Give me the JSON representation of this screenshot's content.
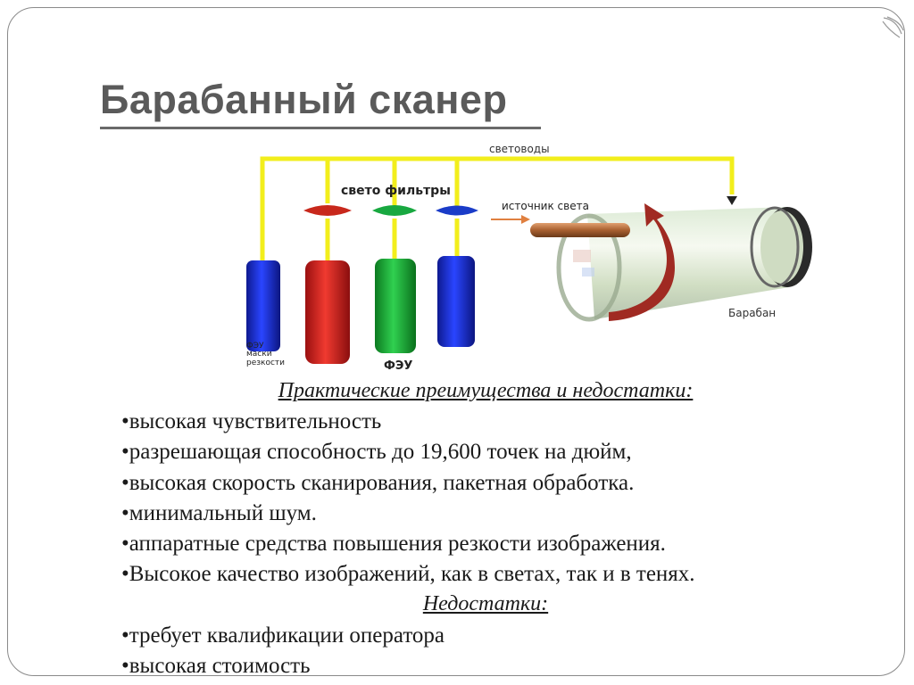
{
  "title": "Барабанный сканер",
  "diagram": {
    "light_guides": "световоды",
    "light_filters": "свето фильтры",
    "light_source": "источник света",
    "drum": "Барабан",
    "pmt": "ФЭУ",
    "pmt_mask_line1": "ФЭУ",
    "pmt_mask_line2": "маски",
    "pmt_mask_line3": "резкости",
    "colors": {
      "guide": "#f2ee1c",
      "blue": "#1d2fd0",
      "red": "#e0241f",
      "green": "#1fb83a",
      "filter_red": "#c8281c",
      "filter_green": "#18a840",
      "filter_blue": "#1a3cc8",
      "arrow": "#a02a22"
    }
  },
  "advantages": {
    "heading": "Практические преимущества и недостатки:",
    "items": [
      "•высокая чувствительность",
      "•разрешающая способность до 19,600 точек на дюйм,",
      "•высокая скорость сканирования, пакетная обработка.",
      "•минимальный шум.",
      "•аппаратные средства повышения резкости изображения.",
      "•Высокое качество изображений, как в светах, так и в тенях."
    ]
  },
  "disadvantages": {
    "heading": "Недостатки:",
    "items": [
      "•требует квалификации оператора",
      "•высокая стоимость"
    ]
  }
}
